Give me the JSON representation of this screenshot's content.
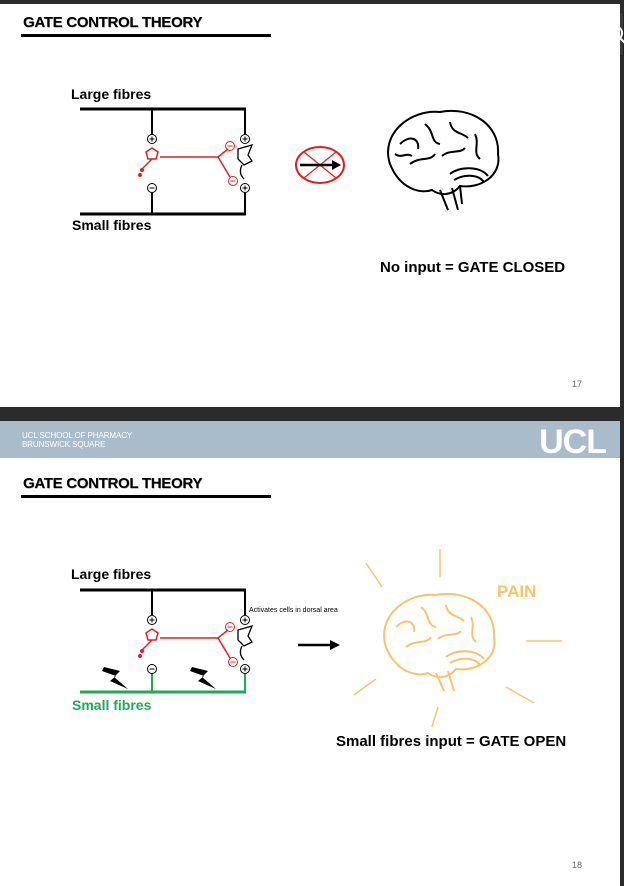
{
  "slides": [
    {
      "title": "GATE CONTROL THEORY",
      "large_fibres_label": "Large fibres",
      "small_fibres_label": "Small fibres",
      "caption": "No input = GATE CLOSED",
      "page_number": "17"
    },
    {
      "header": {
        "school_line1": "UCL SCHOOL OF PHARMACY",
        "school_line2": "BRUNSWICK SQUARE",
        "logo_text": "UCL"
      },
      "title": "GATE CONTROL THEORY",
      "large_fibres_label": "Large fibres",
      "small_fibres_label": "Small fibres",
      "annotation": "Activates cells in dorsal area",
      "pain_label": "PAIN",
      "caption": "Small fibres input = GATE OPEN",
      "page_number": "18"
    }
  ],
  "colors": {
    "small_fibre_active": "#1faa55",
    "neuron_red": "#e02020",
    "pain_glow": "#f5c46a",
    "ucl_band": "#a9bccc"
  },
  "icons": {
    "search": "search-icon",
    "blocked": "blocked-arrow-icon",
    "lightning": "lightning-icon"
  }
}
